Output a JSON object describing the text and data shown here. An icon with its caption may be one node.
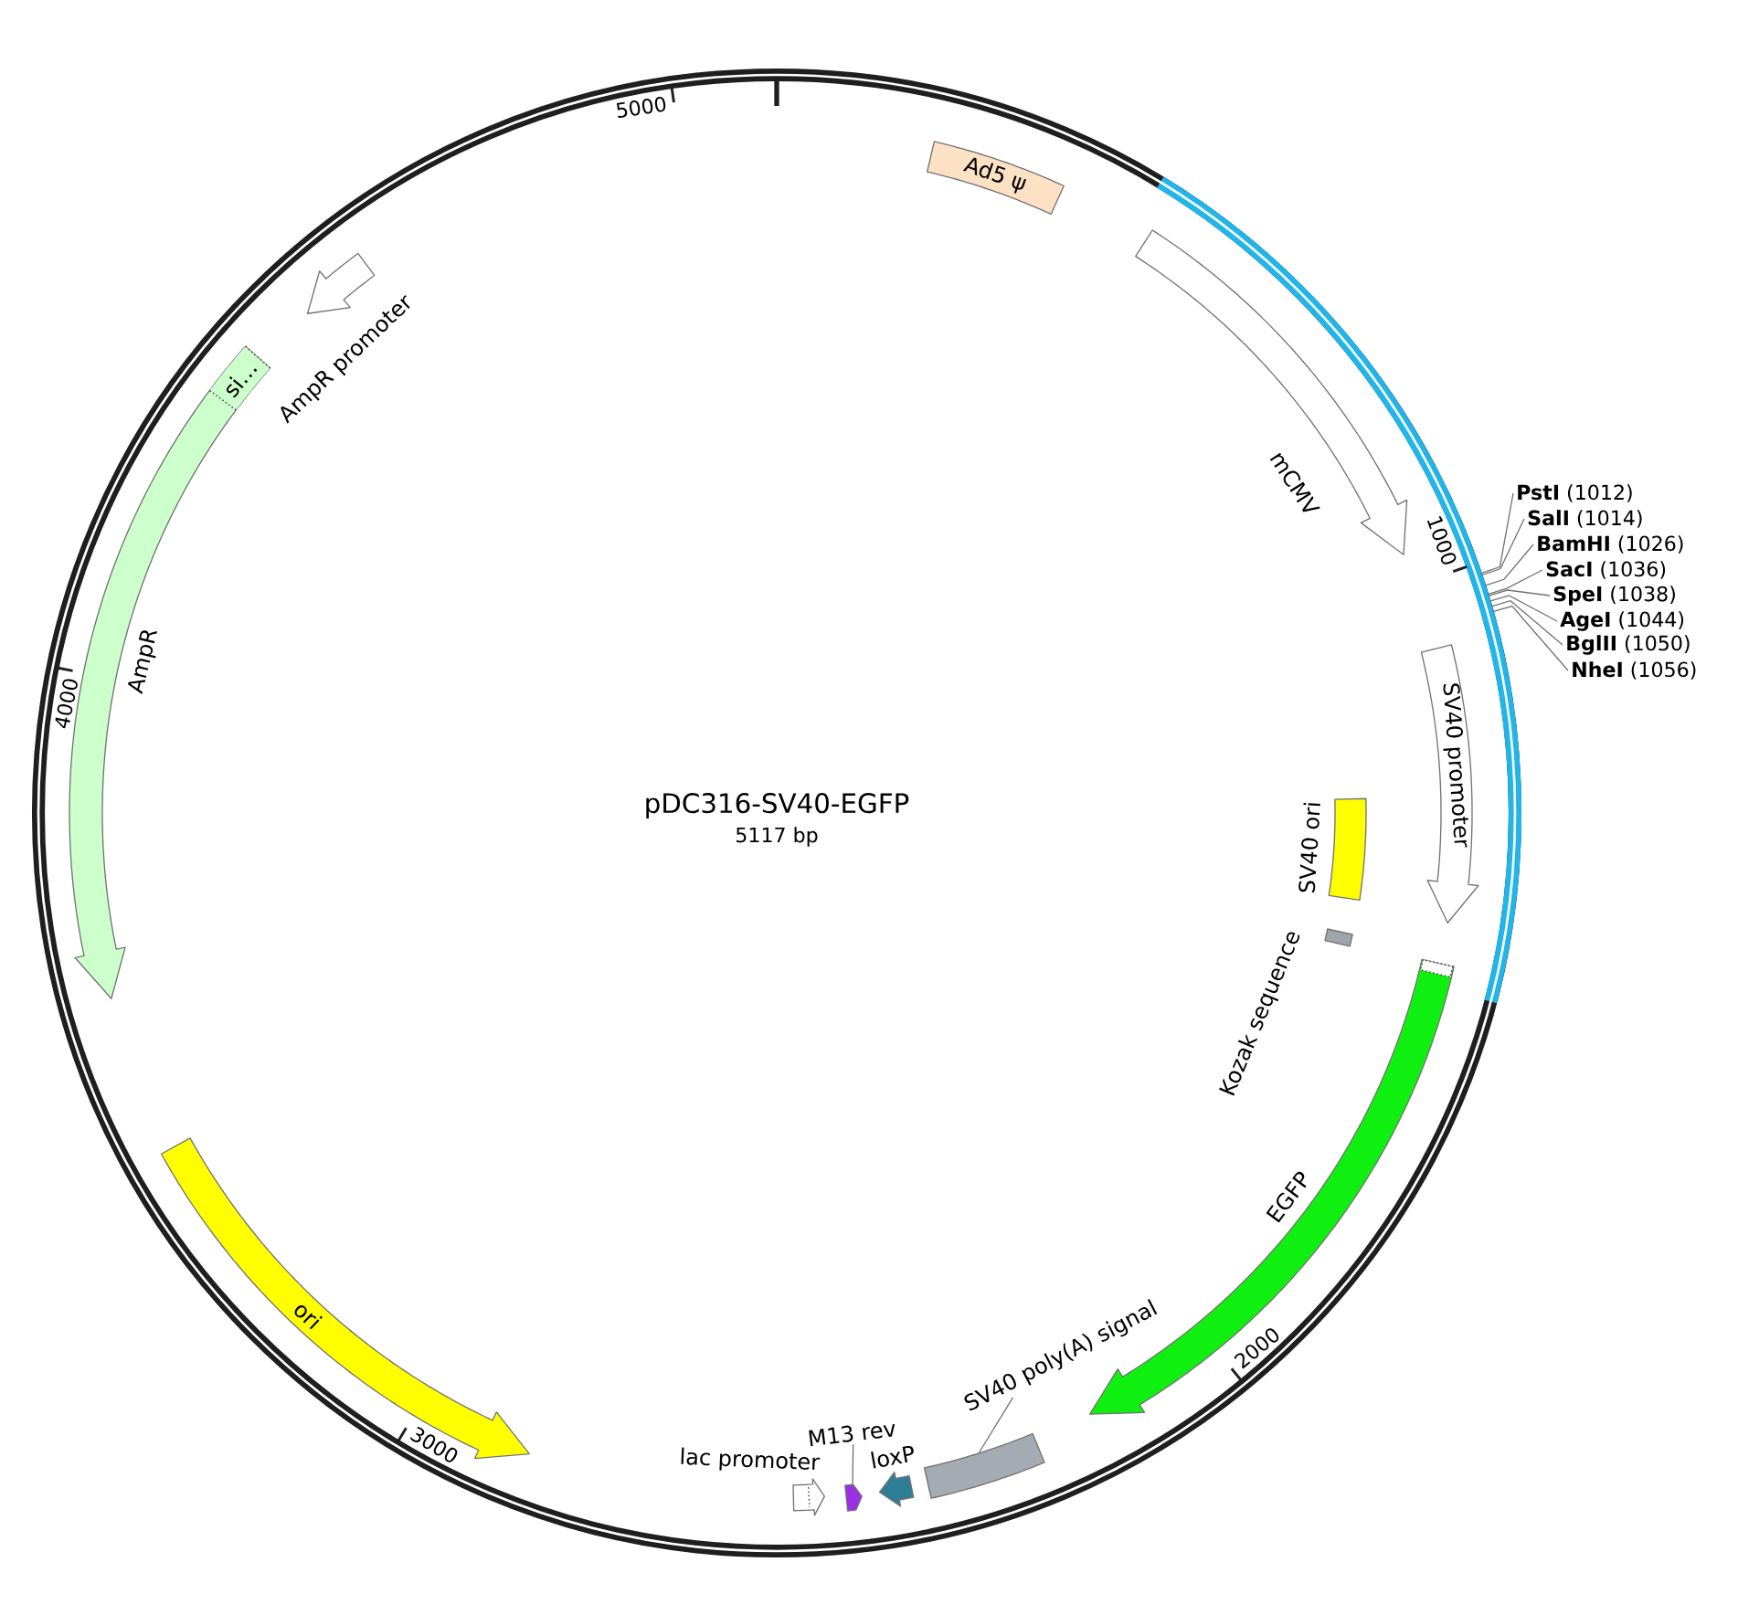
{
  "diagram": {
    "title": "pDC316-SV40-EGFP",
    "nodes": [
      {
        "text": [
          "Ad5 ψ"
        ]
      },
      {
        "text": [
          "mCMV"
        ]
      },
      {
        "text": [
          "**PstI** (1012)"
        ]
      },
      {
        "text": [
          "**SalI** (1014)"
        ]
      },
      {
        "text": [
          "**BamHI** (1026)"
        ]
      },
      {
        "text": [
          "**SacI** (1036)"
        ]
      },
      {
        "text": [
          "**SpeI** (1038)"
        ]
      },
      {
        "text": [
          "**AgeI** (1044)"
        ]
      },
      {
        "text": [
          "**BglII** (1050)"
        ]
      },
      {
        "text": [
          "**NheI** (1056)"
        ]
      },
      {
        "text": [
          "SV40 promoter"
        ]
      },
      {
        "text": [
          "SV40 ori"
        ]
      },
      {
        "text": [
          "Kozak sequence"
        ]
      },
      {
        "text": [
          "EGFP"
        ]
      },
      {
        "text": [
          "SV40 poly(A) signal"
        ]
      },
      {
        "text": [],
        "shape": "bar"
      },
      {
        "text": [
          "loxP"
        ]
      },
      {
        "text": [
          "M13 rev"
        ]
      },
      {
        "text": [],
        "shape": "arrow"
      },
      {
        "text": [
          "lac promoter"
        ]
      },
      {
        "text": [
          "ori"
        ]
      },
      {
        "text": [
          "AmpR"
        ]
      },
      {
        "text": [
          "si…"
        ],
        "in": 21
      },
      {
        "text": [
          "AmpR promoter"
        ]
      }
    ],
    "edges": [
      {
        "from": 2,
        "to": null,
        "arrow": "none"
      },
      {
        "from": 3,
        "to": null,
        "arrow": "none"
      },
      {
        "from": 4,
        "to": null,
        "arrow": "none"
      },
      {
        "from": 5,
        "to": null,
        "arrow": "none"
      },
      {
        "from": 6,
        "to": null,
        "arrow": "none"
      },
      {
        "from": 7,
        "to": null,
        "arrow": "none"
      },
      {
        "from": 8,
        "to": null,
        "arrow": "none"
      },
      {
        "from": 9,
        "to": null,
        "arrow": "none"
      },
      {
        "from": 14,
        "to": 15,
        "arrow": "none"
      },
      {
        "from": 17,
        "to": 18,
        "arrow": "none"
      }
    ],
    "labels": [
      "5000",
      "1000",
      "4000",
      "5117 bp",
      "2000",
      "3000"
    ]
  }
}
